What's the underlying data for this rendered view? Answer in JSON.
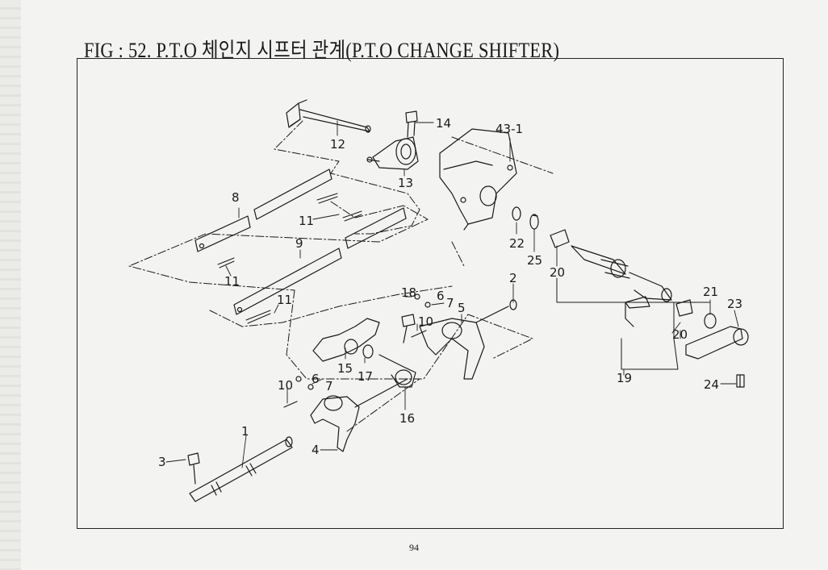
{
  "title": "FIG : 52. P.T.O 체인지 시프터 관계(P.T.O CHANGE SHIFTER)",
  "page_number": "94",
  "labels": {
    "l1": "1",
    "l2": "2",
    "l3": "3",
    "l4": "4",
    "l5": "5",
    "l6a": "6",
    "l6b": "6",
    "l7a": "7",
    "l7b": "7",
    "l8": "8",
    "l9": "9",
    "l10a": "10",
    "l10b": "10",
    "l11a": "11",
    "l11b": "11",
    "l11c": "11",
    "l12": "12",
    "l13": "13",
    "l14": "14",
    "l15": "15",
    "l16": "16",
    "l17": "17",
    "l18": "18",
    "l19": "19",
    "l20a": "20",
    "l20b": "20",
    "l21": "21",
    "l22": "22",
    "l23": "23",
    "l24": "24",
    "l25": "25",
    "l43": "43-1"
  }
}
